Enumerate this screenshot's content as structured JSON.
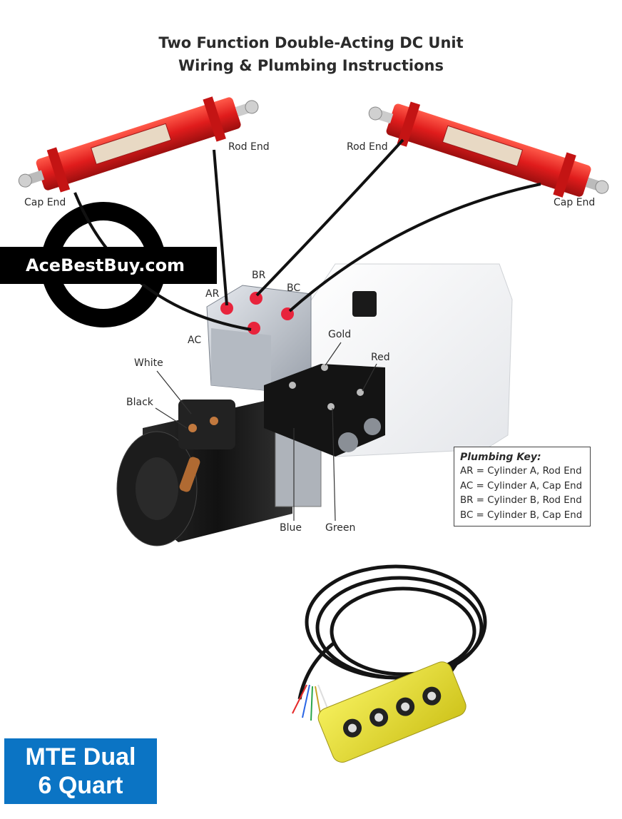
{
  "title": {
    "line1": "Two Function Double-Acting DC Unit",
    "line2": "Wiring & Plumbing Instructions"
  },
  "labels": {
    "cap_end_left": "Cap End",
    "rod_end_left": "Rod End",
    "rod_end_right": "Rod End",
    "cap_end_right": "Cap End",
    "ar": "AR",
    "br": "BR",
    "bc": "BC",
    "ac": "AC",
    "gold": "Gold",
    "red": "Red",
    "white": "White",
    "black": "Black",
    "blue": "Blue",
    "green": "Green"
  },
  "watermark": "AceBestBuy.com",
  "plumbing_key": {
    "title": "Plumbing Key:",
    "rows": [
      "AR = Cylinder A, Rod End",
      "AC = Cylinder A, Cap End",
      "BR = Cylinder B, Rod End",
      "BC = Cylinder B, Cap End"
    ]
  },
  "badge": {
    "line1": "MTE Dual",
    "line2": "6 Quart"
  },
  "colors": {
    "cylinder": "#e02020",
    "port": "#e8243c",
    "badge_bg": "#0b74c4",
    "pendant": "#e8e02a"
  }
}
